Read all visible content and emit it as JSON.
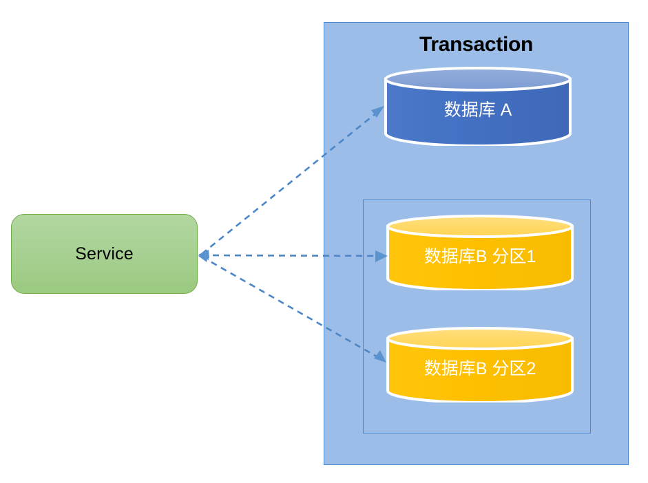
{
  "diagram": {
    "title_hidden": "",
    "service": {
      "label": "Service",
      "fill_top": "#b2d7a0",
      "fill_bottom": "#9ac97f",
      "border": "#6fad46"
    },
    "transaction": {
      "title": "Transaction",
      "fill": "#9cbde8",
      "border": "#4a87cc"
    },
    "partition_group": {
      "border": "#4a87cc"
    },
    "databases": [
      {
        "id": "database-a",
        "label": "数据库 A",
        "body_color": "#4472c4",
        "top_color": "#8ba7d9",
        "outline": "#ffffff"
      },
      {
        "id": "database-b-partition-1",
        "label": "数据库B 分区1",
        "body_color": "#ffc000",
        "top_color": "#ffd966",
        "outline": "#ffffff"
      },
      {
        "id": "database-b-partition-2",
        "label": "数据库B 分区2",
        "body_color": "#ffc000",
        "top_color": "#ffd966",
        "outline": "#ffffff"
      }
    ],
    "connectors": [
      {
        "id": "service-to-database-a",
        "from": "service",
        "to": "database-a",
        "style": "dashed",
        "color": "#4a86c8",
        "arrowheads": "both"
      },
      {
        "id": "service-to-database-b-partition-1",
        "from": "service",
        "to": "database-b-partition-1",
        "style": "dashed",
        "color": "#4a86c8",
        "arrowheads": "both"
      },
      {
        "id": "service-to-database-b-partition-2",
        "from": "service",
        "to": "database-b-partition-2",
        "style": "dashed",
        "color": "#4a86c8",
        "arrowheads": "both"
      }
    ]
  }
}
